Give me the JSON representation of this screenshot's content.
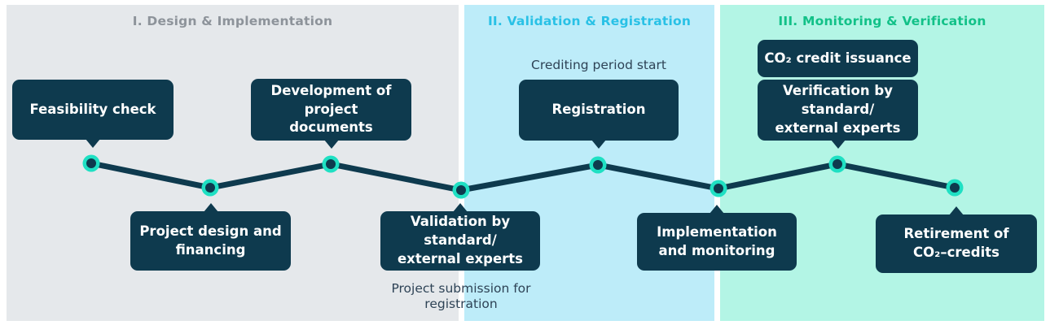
{
  "phases": [
    {
      "label": "I. Design & Implementation"
    },
    {
      "label": "II. Validation & Registration"
    },
    {
      "label": "III. Monitoring & Verification"
    }
  ],
  "steps": {
    "feasibility": "Feasibility check",
    "project_design": "Project design and\nfinancing",
    "development": "Development of\nproject\ndocuments",
    "validation": "Validation by\nstandard/\nexternal experts",
    "registration": "Registration",
    "implementation": "Implementation\nand monitoring",
    "co2_issuance": "CO₂ credit issuance",
    "verification": "Verification by\nstandard/\nexternal experts",
    "retirement": "Retirement of\nCO₂–credits"
  },
  "captions": {
    "crediting_period": "Crediting period start",
    "project_submission": "Project submission for\nregistration"
  },
  "colors": {
    "phase1_bg": "#e5e8eb",
    "phase2_bg": "#bdecf9",
    "phase3_bg": "#b3f5e5",
    "phase1_header": "#8d939a",
    "phase2_header": "#29c1e6",
    "phase3_header": "#12c188",
    "box_bg": "#0e3a4e",
    "box_text": "#ffffff",
    "timeline_line": "#0e3a4e",
    "node_ring": "#1fe0c3",
    "node_core": "#0e3a4e",
    "caption_text": "#2e4356"
  }
}
